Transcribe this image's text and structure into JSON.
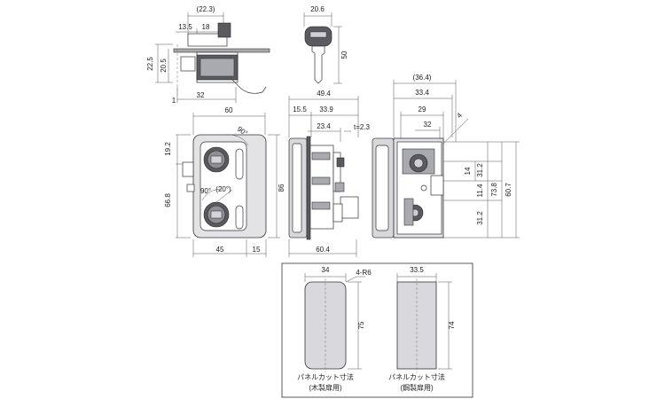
{
  "side_view": {
    "dims": [
      "(22.3)",
      "13.5",
      "18",
      "22.5",
      "20.5",
      "1",
      "32"
    ]
  },
  "key_view": {
    "dims": [
      "20.6",
      "50"
    ]
  },
  "front_view": {
    "dims": [
      "60",
      "19.2",
      "66.8",
      "86",
      "45",
      "15"
    ],
    "angles": [
      "90°",
      "90°",
      "(20°)"
    ]
  },
  "profile_view": {
    "dims": [
      "49.4",
      "15.5",
      "33.9",
      "23.4",
      "t=2.3",
      "60.4"
    ]
  },
  "back_view": {
    "dims": [
      "(36.4)",
      "33.4",
      "29",
      "32",
      "14",
      "31.2",
      "11.4",
      "73.8",
      "60.7",
      "31.2",
      "4"
    ]
  },
  "cutouts": {
    "wood": {
      "dims": [
        "34",
        "4-R6",
        "75"
      ],
      "caption": "パネルカット寸法",
      "sub": "(木製扉用)"
    },
    "steel": {
      "dims": [
        "33.5",
        "74"
      ],
      "caption": "パネルカット寸法",
      "sub": "(鋼製扉用)"
    }
  }
}
